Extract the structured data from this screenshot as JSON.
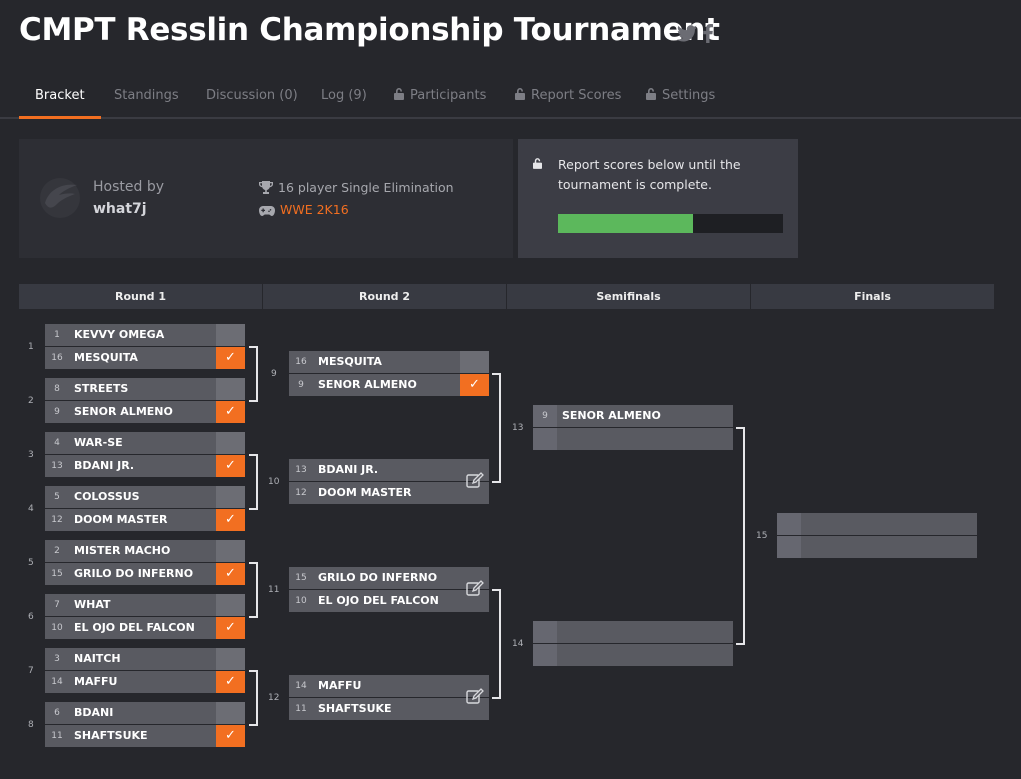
{
  "header": {
    "title": "CMPT Resslin Championship Tournament",
    "social": [
      "twitter-icon",
      "facebook-icon"
    ]
  },
  "tabs": [
    {
      "label": "Bracket",
      "active": true,
      "locked": false
    },
    {
      "label": "Standings",
      "active": false,
      "locked": false
    },
    {
      "label": "Discussion (0)",
      "active": false,
      "locked": false
    },
    {
      "label": "Log (9)",
      "active": false,
      "locked": false
    },
    {
      "label": "Participants",
      "active": false,
      "locked": true
    },
    {
      "label": "Report Scores",
      "active": false,
      "locked": true
    },
    {
      "label": "Settings",
      "active": false,
      "locked": true
    }
  ],
  "info": {
    "hosted_by_label": "Hosted by",
    "host": "what7j",
    "format": "16 player Single Elimination",
    "game": "WWE 2K16"
  },
  "report": {
    "text": "Report scores below until the tournament is complete.",
    "progress": 0.6
  },
  "rounds": [
    "Round 1",
    "Round 2",
    "Semifinals",
    "Finals"
  ],
  "matches": {
    "m1": {
      "num": "1",
      "top": {
        "seed": "1",
        "name": "KEVVY OMEGA",
        "win": false
      },
      "bot": {
        "seed": "16",
        "name": "MESQUITA",
        "win": true
      }
    },
    "m2": {
      "num": "2",
      "top": {
        "seed": "8",
        "name": "STREETS",
        "win": false
      },
      "bot": {
        "seed": "9",
        "name": "SENOR ALMENO",
        "win": true
      }
    },
    "m3": {
      "num": "3",
      "top": {
        "seed": "4",
        "name": "WAR-SE",
        "win": false
      },
      "bot": {
        "seed": "13",
        "name": "BDANI JR.",
        "win": true
      }
    },
    "m4": {
      "num": "4",
      "top": {
        "seed": "5",
        "name": "COLOSSUS",
        "win": false
      },
      "bot": {
        "seed": "12",
        "name": "DOOM MASTER",
        "win": true
      }
    },
    "m5": {
      "num": "5",
      "top": {
        "seed": "2",
        "name": "MISTER MACHO",
        "win": false
      },
      "bot": {
        "seed": "15",
        "name": "GRILO DO INFERNO",
        "win": true
      }
    },
    "m6": {
      "num": "6",
      "top": {
        "seed": "7",
        "name": "WHAT",
        "win": false
      },
      "bot": {
        "seed": "10",
        "name": "EL OJO DEL FALCON",
        "win": true
      }
    },
    "m7": {
      "num": "7",
      "top": {
        "seed": "3",
        "name": "NAITCH",
        "win": false
      },
      "bot": {
        "seed": "14",
        "name": "MAFFU",
        "win": true
      }
    },
    "m8": {
      "num": "8",
      "top": {
        "seed": "6",
        "name": "BDANI",
        "win": false
      },
      "bot": {
        "seed": "11",
        "name": "SHAFTSUKE",
        "win": true
      }
    },
    "m9": {
      "num": "9",
      "top": {
        "seed": "16",
        "name": "MESQUITA",
        "win": false
      },
      "bot": {
        "seed": "9",
        "name": "SENOR ALMENO",
        "win": true
      }
    },
    "m10": {
      "num": "10",
      "top": {
        "seed": "13",
        "name": "BDANI JR.",
        "win": false
      },
      "bot": {
        "seed": "12",
        "name": "DOOM MASTER",
        "win": false
      }
    },
    "m11": {
      "num": "11",
      "top": {
        "seed": "15",
        "name": "GRILO DO INFERNO",
        "win": false
      },
      "bot": {
        "seed": "10",
        "name": "EL OJO DEL FALCON",
        "win": false
      }
    },
    "m12": {
      "num": "12",
      "top": {
        "seed": "14",
        "name": "MAFFU",
        "win": false
      },
      "bot": {
        "seed": "11",
        "name": "SHAFTSUKE",
        "win": false
      }
    },
    "m13": {
      "num": "13",
      "top": {
        "seed": "9",
        "name": "SENOR ALMENO",
        "win": false
      },
      "bot": {
        "seed": "",
        "name": "",
        "win": false
      }
    },
    "m14": {
      "num": "14",
      "top": {
        "seed": "",
        "name": "",
        "win": false
      },
      "bot": {
        "seed": "",
        "name": "",
        "win": false
      }
    },
    "m15": {
      "num": "15",
      "top": {
        "seed": "",
        "name": "",
        "win": false
      },
      "bot": {
        "seed": "",
        "name": "",
        "win": false
      }
    }
  },
  "colors": {
    "accent": "#f26f21",
    "progress": "#5cb85c",
    "background": "#26272c"
  }
}
